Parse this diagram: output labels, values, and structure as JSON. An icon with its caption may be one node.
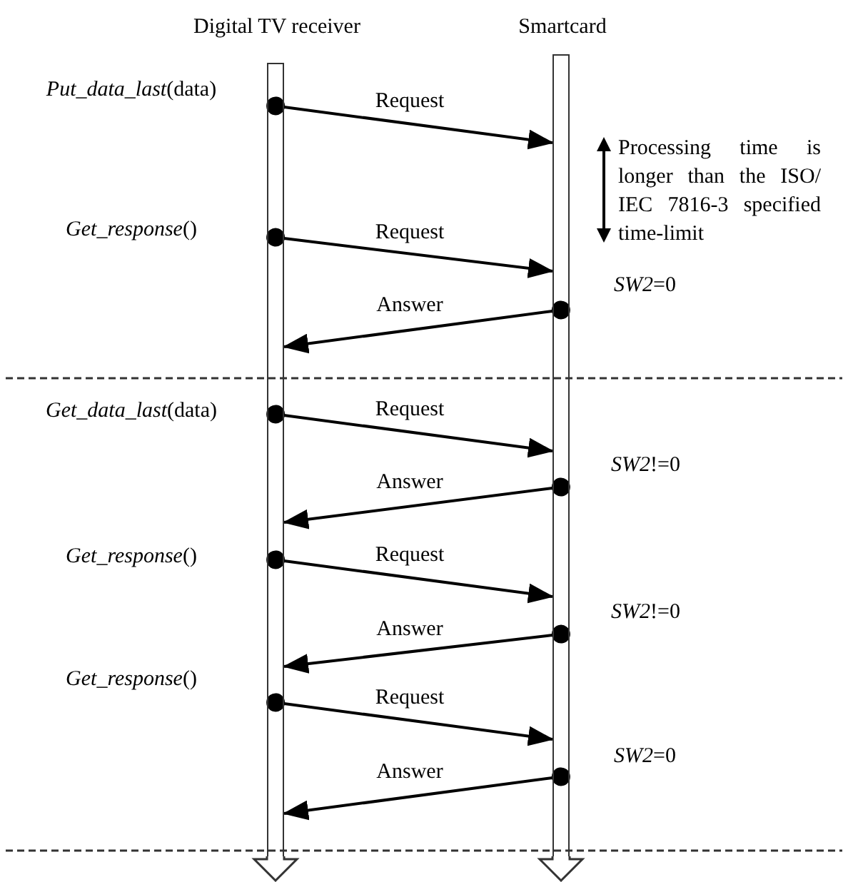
{
  "diagram": {
    "nodes": [
      {
        "text": [
          "Digital TV receiver"
        ]
      },
      {
        "text": [
          "Smartcard"
        ]
      }
    ],
    "edges": [
      {
        "from": 0,
        "to": 1,
        "arrow": "to",
        "label": "Request"
      },
      {
        "from": 0,
        "to": 1,
        "arrow": "to",
        "label": "Request"
      },
      {
        "from": 1,
        "to": 0,
        "arrow": "to",
        "label": "Answer"
      },
      {
        "from": 0,
        "to": 1,
        "arrow": "to",
        "label": "Request"
      },
      {
        "from": 1,
        "to": 0,
        "arrow": "to",
        "label": "Answer"
      },
      {
        "from": 0,
        "to": 1,
        "arrow": "to",
        "label": "Request"
      },
      {
        "from": 1,
        "to": 0,
        "arrow": "to",
        "label": "Answer"
      },
      {
        "from": 0,
        "to": 1,
        "arrow": "to",
        "label": "Request"
      },
      {
        "from": 1,
        "to": 0,
        "arrow": "to",
        "label": "Answer"
      }
    ],
    "labels": [
      "*Put_data_last*(data)",
      "Processing time is longer than the ISO/ IEC 7816-3 specified time-limit",
      "*Get_response*()",
      "*SW2*=0",
      "*Get_data_last*(data)",
      "*SW2*!=0",
      "*Get_response*()",
      "*SW2*!=0",
      "*Get_response*()",
      "*SW2*=0"
    ]
  }
}
